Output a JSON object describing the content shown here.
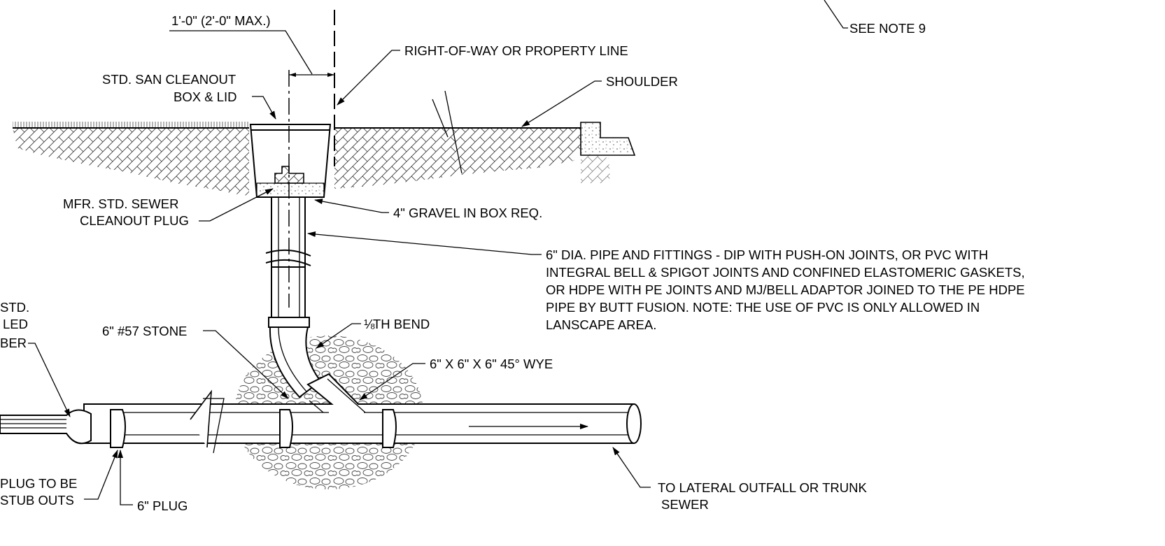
{
  "labels": {
    "see_note": "SEE NOTE 9",
    "dim": "1'-0\" (2'-0\" MAX.)",
    "row": "RIGHT-OF-WAY OR PROPERTY LINE",
    "box1": "STD. SAN CLEANOUT",
    "box2": "BOX & LID",
    "shoulder": "SHOULDER",
    "plug1": "MFR. STD. SEWER",
    "plug2": "CLEANOUT PLUG",
    "gravel": "4\" GRAVEL IN BOX REQ.",
    "pipe_lines": [
      "6\" DIA.  PIPE AND FITTINGS - DIP WITH PUSH-ON JOINTS, OR PVC WITH",
      "INTEGRAL BELL & SPIGOT JOINTS AND CONFINED ELASTOMERIC GASKETS,",
      "OR HDPE WITH PE JOINTS AND MJ/BELL ADAPTOR JOINED TO THE PE HDPE",
      "PIPE BY BUTT FUSION. NOTE: THE USE OF PVC IS ONLY ALLOWED IN",
      "LANSCAPE AREA."
    ],
    "left1": "STD.",
    "left2": "LED",
    "left3": "BER",
    "stone": "6\" #57 STONE",
    "bend_frac": "⅛",
    "bend": "TH BEND",
    "wye": "6\" X 6\" X 6\" 45° WYE",
    "plug_to_be": "PLUG TO BE",
    "stub_outs": "STUB OUTS",
    "six_plug": "6\" PLUG",
    "outfall1": "TO LATERAL OUTFALL OR TRUNK",
    "outfall2": "SEWER"
  }
}
